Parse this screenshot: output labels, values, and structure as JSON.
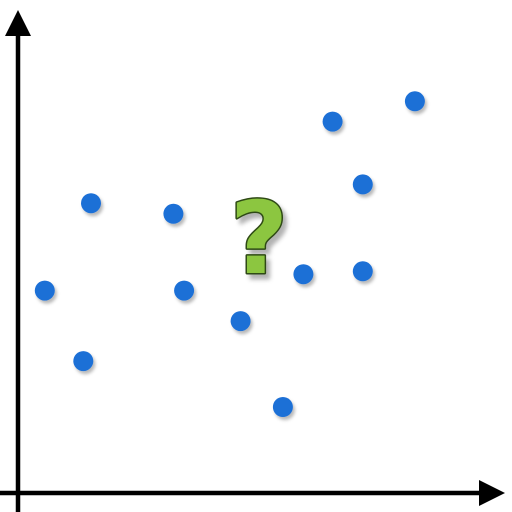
{
  "chart_data": {
    "type": "scatter",
    "title": "",
    "xlabel": "",
    "ylabel": "",
    "xlim": [
      0,
      100
    ],
    "ylim": [
      0,
      100
    ],
    "grid": false,
    "legend": "none",
    "point_color": "#1f6fd6",
    "axis_color": "#000000",
    "series": [
      {
        "points": [
          {
            "x": 5.5,
            "y": 41.9
          },
          {
            "x": 13.4,
            "y": 27.3
          },
          {
            "x": 15.0,
            "y": 60.0
          },
          {
            "x": 31.9,
            "y": 57.8
          },
          {
            "x": 34.1,
            "y": 41.9
          },
          {
            "x": 45.7,
            "y": 35.6
          },
          {
            "x": 54.4,
            "y": 17.8
          },
          {
            "x": 58.6,
            "y": 45.3
          },
          {
            "x": 64.6,
            "y": 76.9
          },
          {
            "x": 70.8,
            "y": 63.9
          },
          {
            "x": 70.8,
            "y": 45.9
          },
          {
            "x": 81.5,
            "y": 81.1
          }
        ]
      }
    ]
  },
  "annotation": {
    "text": "?",
    "fill_color": "#8cc63f",
    "stroke_color": "#2f4a14"
  }
}
